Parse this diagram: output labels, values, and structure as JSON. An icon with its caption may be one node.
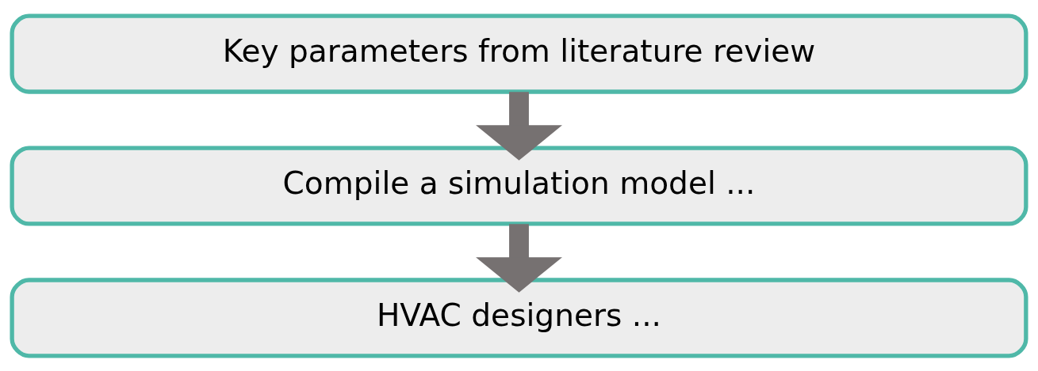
{
  "diagram": {
    "nodes": [
      {
        "text": [
          "Key parameters from literature review"
        ]
      },
      {
        "text": [
          "Compile a simulation model ..."
        ]
      },
      {
        "text": [
          "HVAC designers ..."
        ]
      }
    ],
    "edges": [
      {
        "from": 0,
        "to": 1,
        "arrow": "to"
      },
      {
        "from": 1,
        "to": 2,
        "arrow": "to"
      }
    ]
  }
}
